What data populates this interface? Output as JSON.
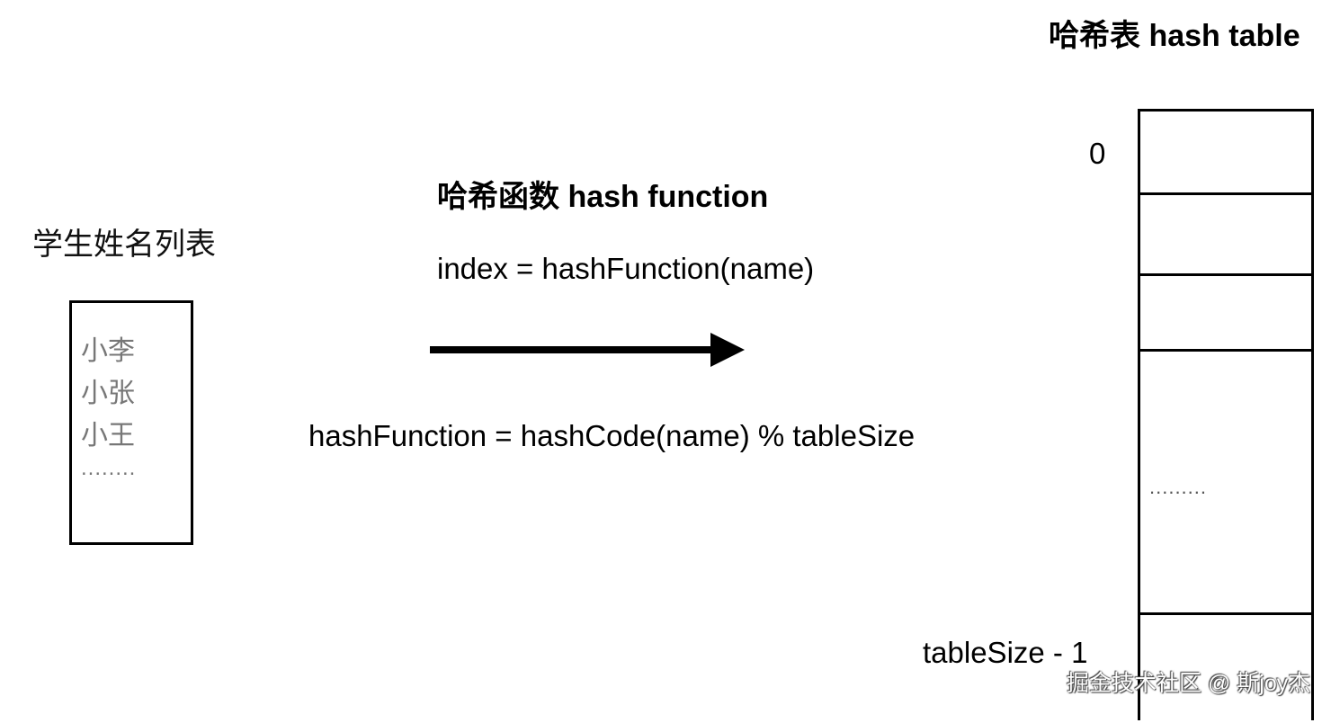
{
  "student_list": {
    "title": "学生姓名列表",
    "names": [
      "小李",
      "小张",
      "小王"
    ],
    "ellipsis": "........"
  },
  "hash_function": {
    "title": "哈希函数 hash function",
    "index_formula": "index = hashFunction(name)",
    "function_formula": "hashFunction = hashCode(name) % tableSize"
  },
  "hash_table": {
    "title": "哈希表 hash table",
    "first_index": "0",
    "last_index": "tableSize - 1",
    "ellipsis": ".........",
    "slot_count": 5
  },
  "watermark": "掘金技术社区 @ 斯joy杰"
}
